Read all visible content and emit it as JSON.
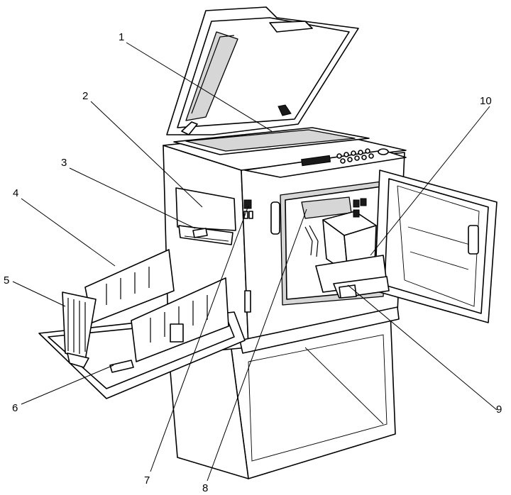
{
  "callouts": [
    {
      "id": 1,
      "text": "1"
    },
    {
      "id": 2,
      "text": "2"
    },
    {
      "id": 3,
      "text": "3"
    },
    {
      "id": 4,
      "text": "4"
    },
    {
      "id": 5,
      "text": "5"
    },
    {
      "id": 6,
      "text": "6"
    },
    {
      "id": 7,
      "text": "7"
    },
    {
      "id": 8,
      "text": "8"
    },
    {
      "id": 9,
      "text": "9"
    },
    {
      "id": 10,
      "text": "10"
    }
  ]
}
